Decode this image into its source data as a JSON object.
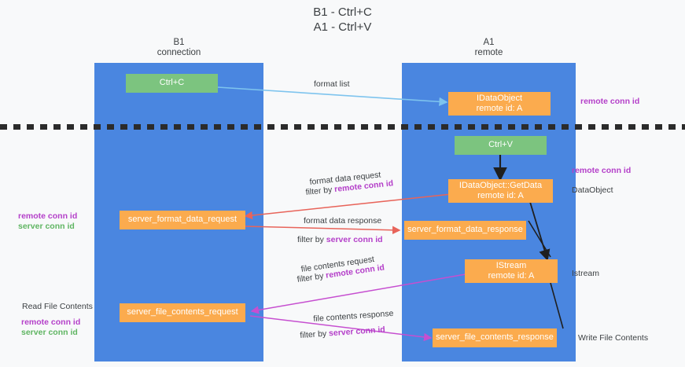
{
  "title_line1": "B1 - Ctrl+C",
  "title_line2": "A1 - Ctrl+V",
  "columns": [
    {
      "name": "B1",
      "sub": "connection"
    },
    {
      "name": "A1",
      "sub": "remote"
    }
  ],
  "nodes": {
    "ctrl_c": "Ctrl+C",
    "ctrl_v": "Ctrl+V",
    "idataobject_l1": "IDataObject",
    "idataobject_l2": "remote id: A",
    "getdata_l1": "IDataObject::GetData",
    "getdata_l2": "remote id: A",
    "istream_l1": "IStream",
    "istream_l2": "remote id: A",
    "server_format_data_request": "server_format_data_request",
    "server_format_data_response": "server_format_data_response",
    "server_file_contents_request": "server_file_contents_request",
    "server_file_contents_response": "server_file_contents_response"
  },
  "edge_labels": {
    "format_list": "format list",
    "format_data_request": "format data request",
    "filter_by_remote_1_pre": "filter by ",
    "filter_by_remote_1_key": "remote conn id",
    "format_data_response": "format data response",
    "filter_by_server_1_pre": "filter by ",
    "filter_by_server_1_key": "server conn id",
    "file_contents_request": "file contents request",
    "filter_by_remote_2_pre": "filter by ",
    "filter_by_remote_2_key": "remote conn id",
    "file_contents_response": "file contents response",
    "filter_by_server_2_pre": "filter by ",
    "filter_by_server_2_key": "server conn id"
  },
  "right_annotations": {
    "remote_conn_id_top": "remote conn id",
    "remote_conn_id_mid": "remote conn id",
    "dataobject": "DataObject",
    "istream": "Istream",
    "write_file_contents": "Write File Contents"
  },
  "left_annotations": {
    "remote_conn_id_mid": "remote conn id",
    "server_conn_id_mid": "server conn id",
    "read_file_contents": "Read File Contents",
    "remote_conn_id_bottom": "remote conn id",
    "server_conn_id_bottom": "server conn id"
  },
  "colors": {
    "column_blue": "#4a86e0",
    "node_orange": "#fbab4e",
    "node_green": "#7cc47f",
    "accent_purple": "#b43fc9",
    "accent_green": "#5fb562",
    "arrow_red": "#e8645a",
    "arrow_blue": "#7ec4ee",
    "arrow_magenta": "#c64fd0",
    "arrow_black": "#1f1f1f",
    "background": "#f8f9fa"
  }
}
